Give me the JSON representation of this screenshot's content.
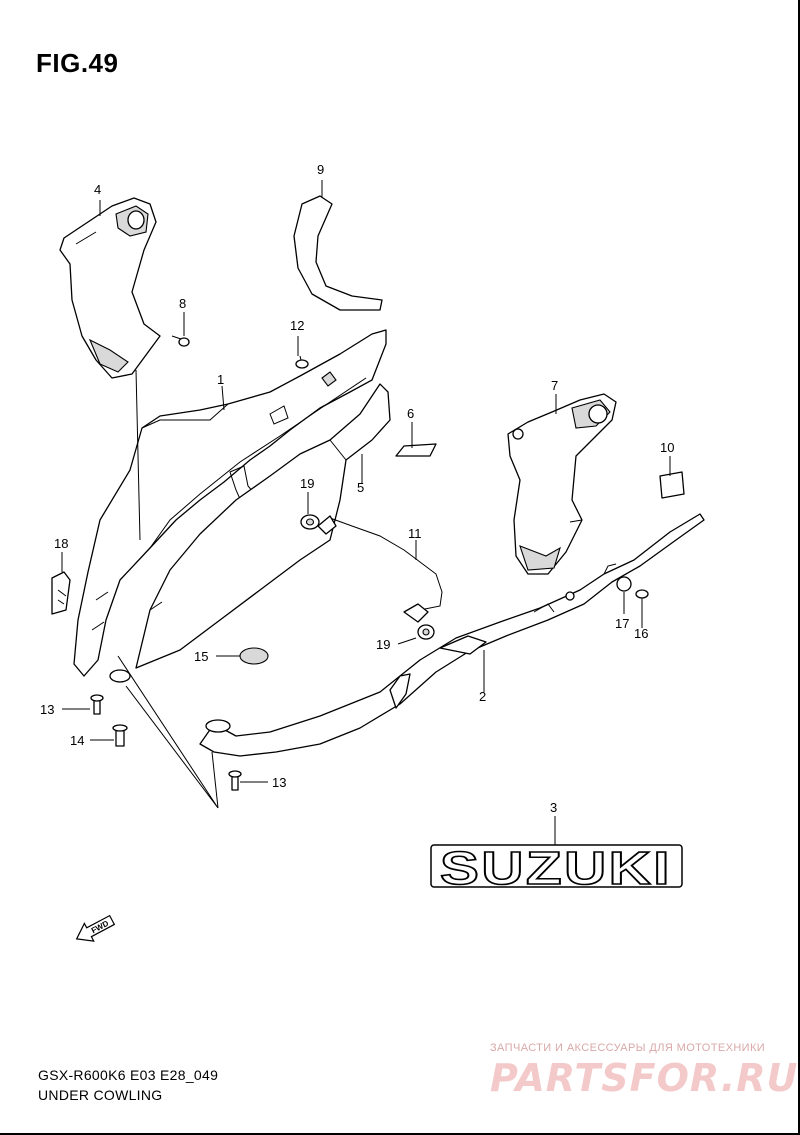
{
  "figure": {
    "title": "FIG.49"
  },
  "callouts": {
    "c1": "1",
    "c2": "2",
    "c3": "3",
    "c4": "4",
    "c5": "5",
    "c6": "6",
    "c7": "7",
    "c8": "8",
    "c9": "9",
    "c10": "10",
    "c11": "11",
    "c12": "12",
    "c13a": "13",
    "c13b": "13",
    "c14": "14",
    "c15": "15",
    "c16": "16",
    "c17": "17",
    "c18": "18",
    "c19a": "19",
    "c19b": "19"
  },
  "emblem": {
    "text": "SUZUKI"
  },
  "direction_arrow": {
    "label": "FWD",
    "icon": "fwd-arrow-icon"
  },
  "footer": {
    "model_code": "GSX-R600K6 E03 E28_049",
    "section_name": "UNDER COWLING"
  },
  "watermark": {
    "tagline": "ЗАПЧАСТИ И АКСЕССУАРЫ ДЛЯ МОТОТЕХНИКИ",
    "site": "PARTSFOR.RU"
  }
}
